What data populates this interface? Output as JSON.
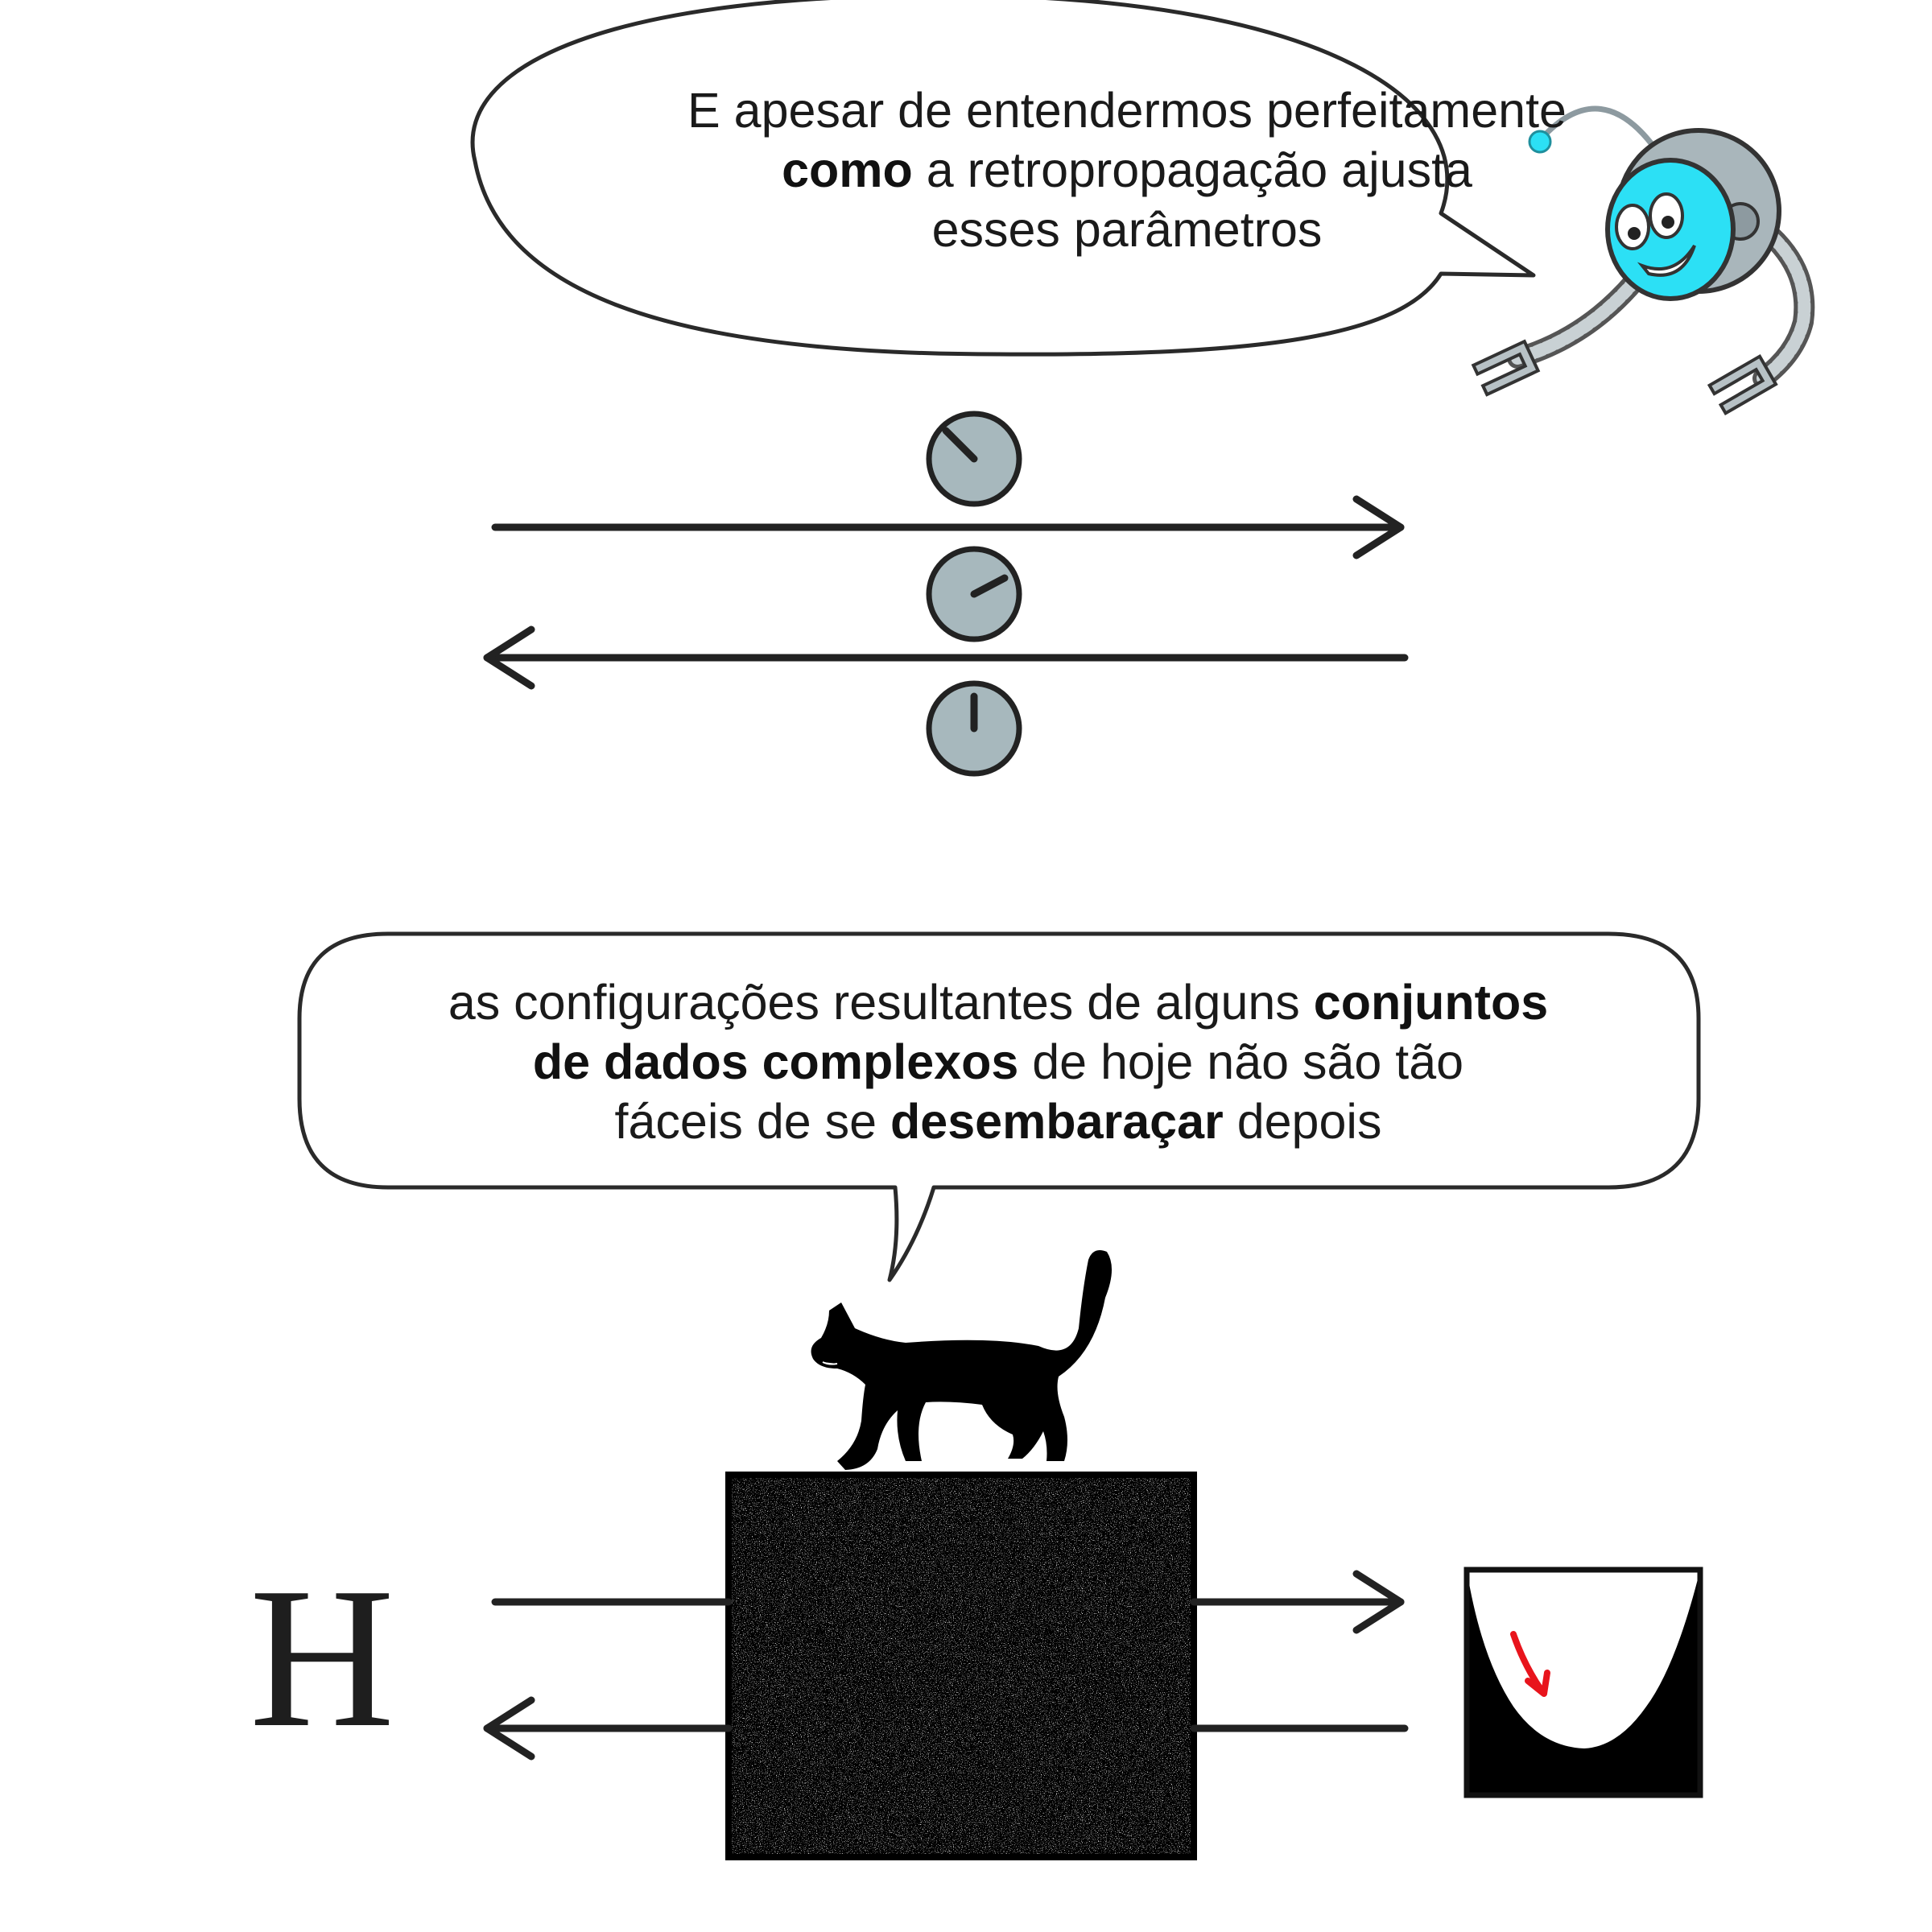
{
  "bubble_top": {
    "line1": "E apesar de entendermos perfeitamente",
    "line2_bold": "como",
    "line2_rest": " a retropropagação ajusta",
    "line3": "esses parâmetros"
  },
  "bubble_bottom": {
    "line1_plain": "as configurações resultantes de alguns ",
    "line1_bold": "conjuntos",
    "line2_bold": "de dados complexos",
    "line2_plain": " de hoje não são tão",
    "line3_plain_a": "fáceis de se ",
    "line3_bold": "desembaraçar",
    "line3_plain_b": " depois"
  },
  "diagram_bottom": {
    "input_letter": "H"
  },
  "colors": {
    "robot_face": "#2ce0f5",
    "robot_shell": "#a9b6bb",
    "dial_fill": "#a7b8bd",
    "loss_arrow": "#e8141c",
    "ink": "#1a1a1a"
  },
  "icons": [
    "robot-mascot-icon",
    "dial-icon",
    "cat-silhouette-icon",
    "loss-bowl-icon"
  ]
}
